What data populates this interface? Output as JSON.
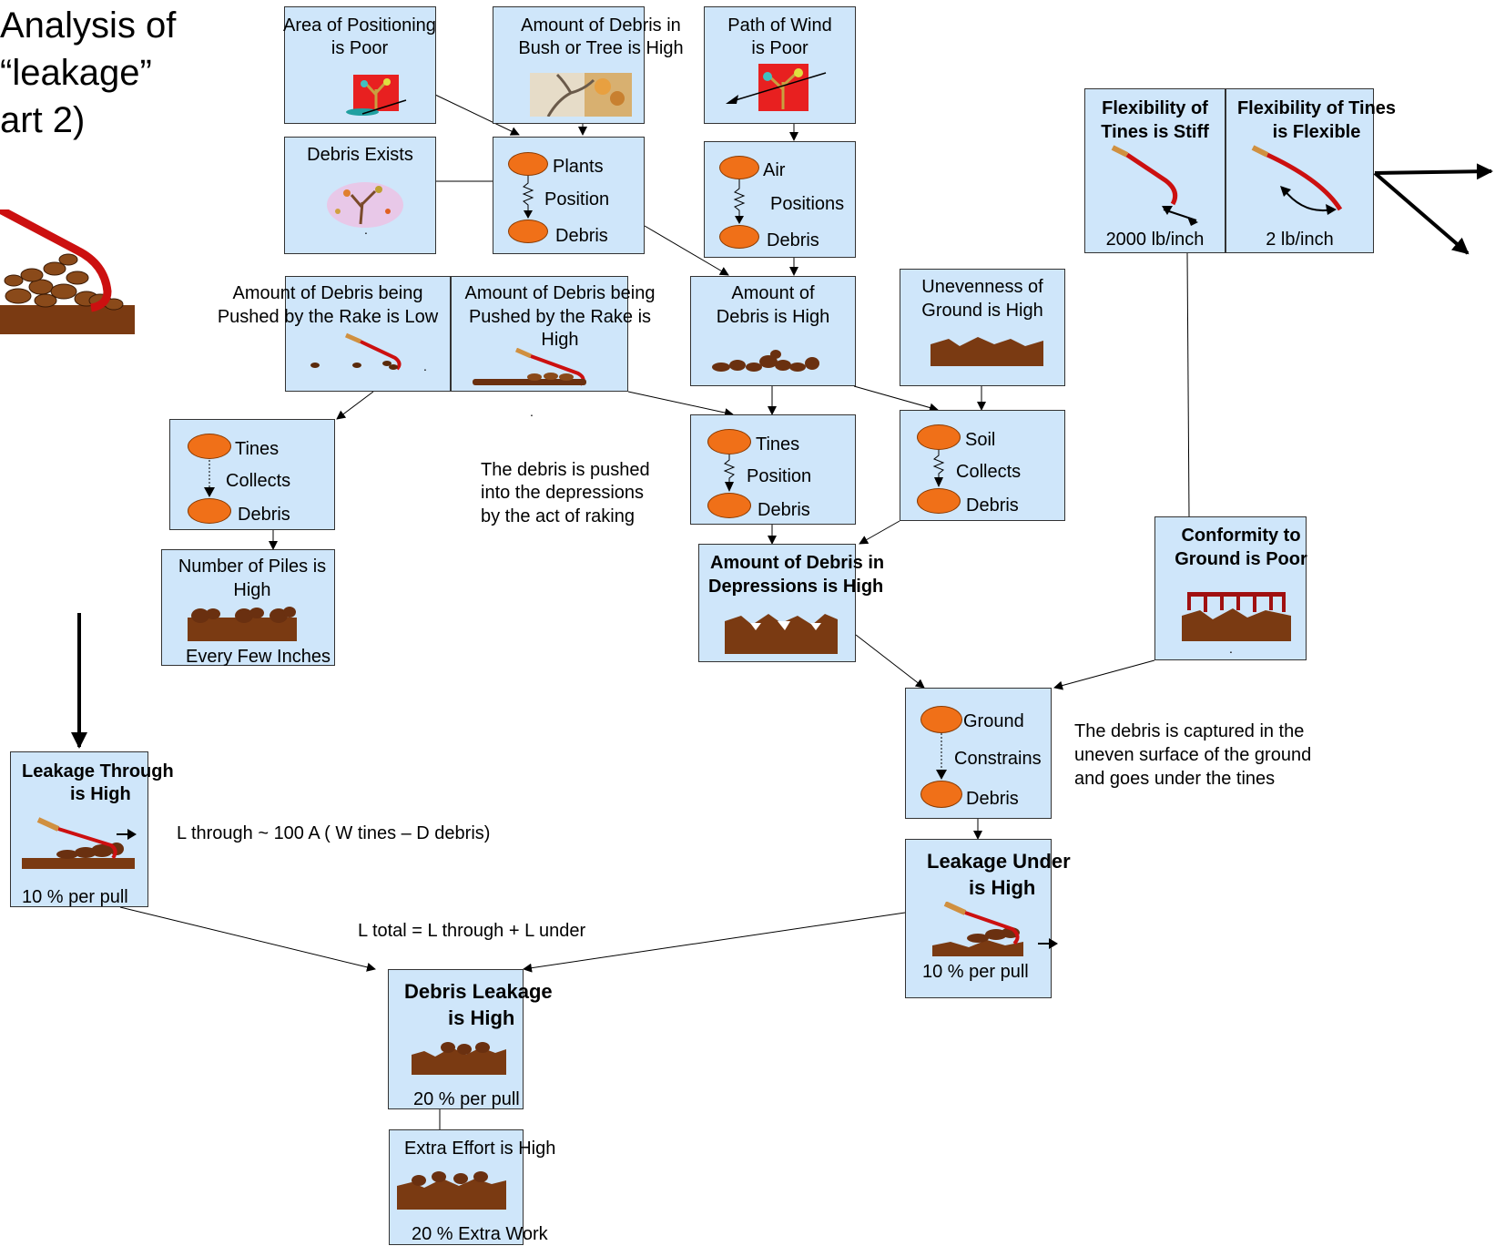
{
  "title": {
    "l1": "Analysis of",
    "l2": "“leakage”",
    "l3": "art 2)"
  },
  "area": {
    "l1": "Area of Positioning",
    "l2": "is Poor"
  },
  "bush": {
    "l1": "Amount of Debris in",
    "l2": "Bush or Tree is High"
  },
  "wind": {
    "l1": "Path of Wind",
    "l2": "is Poor"
  },
  "exists": {
    "label": "Debris Exists",
    "dot": "."
  },
  "plants": {
    "a": "Plants",
    "b": "Position",
    "c": "Debris"
  },
  "air": {
    "a": "Air",
    "b": "Positions",
    "c": "Debris"
  },
  "stiff": {
    "l1": "Flexibility of",
    "l2": "Tines is Stiff",
    "value": "2000 lb/inch"
  },
  "flex": {
    "l1": "Flexibility of Tines",
    "l2": "is Flexible",
    "value": "2 lb/inch"
  },
  "low": {
    "l1": "Amount of Debris being",
    "l2": "Pushed by the Rake is Low",
    "dot": "."
  },
  "high": {
    "l1": "Amount of Debris being",
    "l2": "Pushed by the Rake is",
    "l3": "High",
    "dot": "."
  },
  "amount": {
    "l1": "Amount of",
    "l2": "Debris is High"
  },
  "uneven": {
    "l1": "Unevenness of",
    "l2": "Ground is High"
  },
  "tc": {
    "a": "Tines",
    "b": "Collects",
    "c": "Debris"
  },
  "tp": {
    "a": "Tines",
    "b": "Position",
    "c": "Debris"
  },
  "sc": {
    "a": "Soil",
    "b": "Collects",
    "c": "Debris"
  },
  "note1": {
    "l1": "The debris is pushed",
    "l2": "into the depressions",
    "l3": "by the act of raking"
  },
  "piles": {
    "l1": "Number of Piles is",
    "l2": "High",
    "l3": "Every Few Inches"
  },
  "depr": {
    "l1": "Amount of Debris in",
    "l2": "Depressions is High"
  },
  "conf": {
    "l1": "Conformity to",
    "l2": "Ground is Poor",
    "dot": "."
  },
  "gcd": {
    "a": "Ground",
    "b": "Constrains",
    "c": "Debris"
  },
  "note2": {
    "l1": "The debris is captured in the",
    "l2": "uneven surface of the ground",
    "l3": "and goes under the tines"
  },
  "lthru": {
    "l1": "Leakage Through",
    "l2": "is High",
    "value": "10 % per pull"
  },
  "formula1": "L through ~ 100 A ( W tines – D debris)",
  "lunder": {
    "l1": "Leakage Under",
    "l2": "is High",
    "value": "10 % per pull"
  },
  "formula2": "L total = L through + L under",
  "leak": {
    "l1": "Debris Leakage",
    "l2": "is High",
    "value": "20 % per pull"
  },
  "effort": {
    "l1": "Extra Effort is High",
    "value": "20 % Extra Work"
  },
  "colors": {
    "box": "#cfe6fa",
    "oval": "#f07018",
    "soil": "#7a3a12",
    "rake": "#cc1010"
  }
}
